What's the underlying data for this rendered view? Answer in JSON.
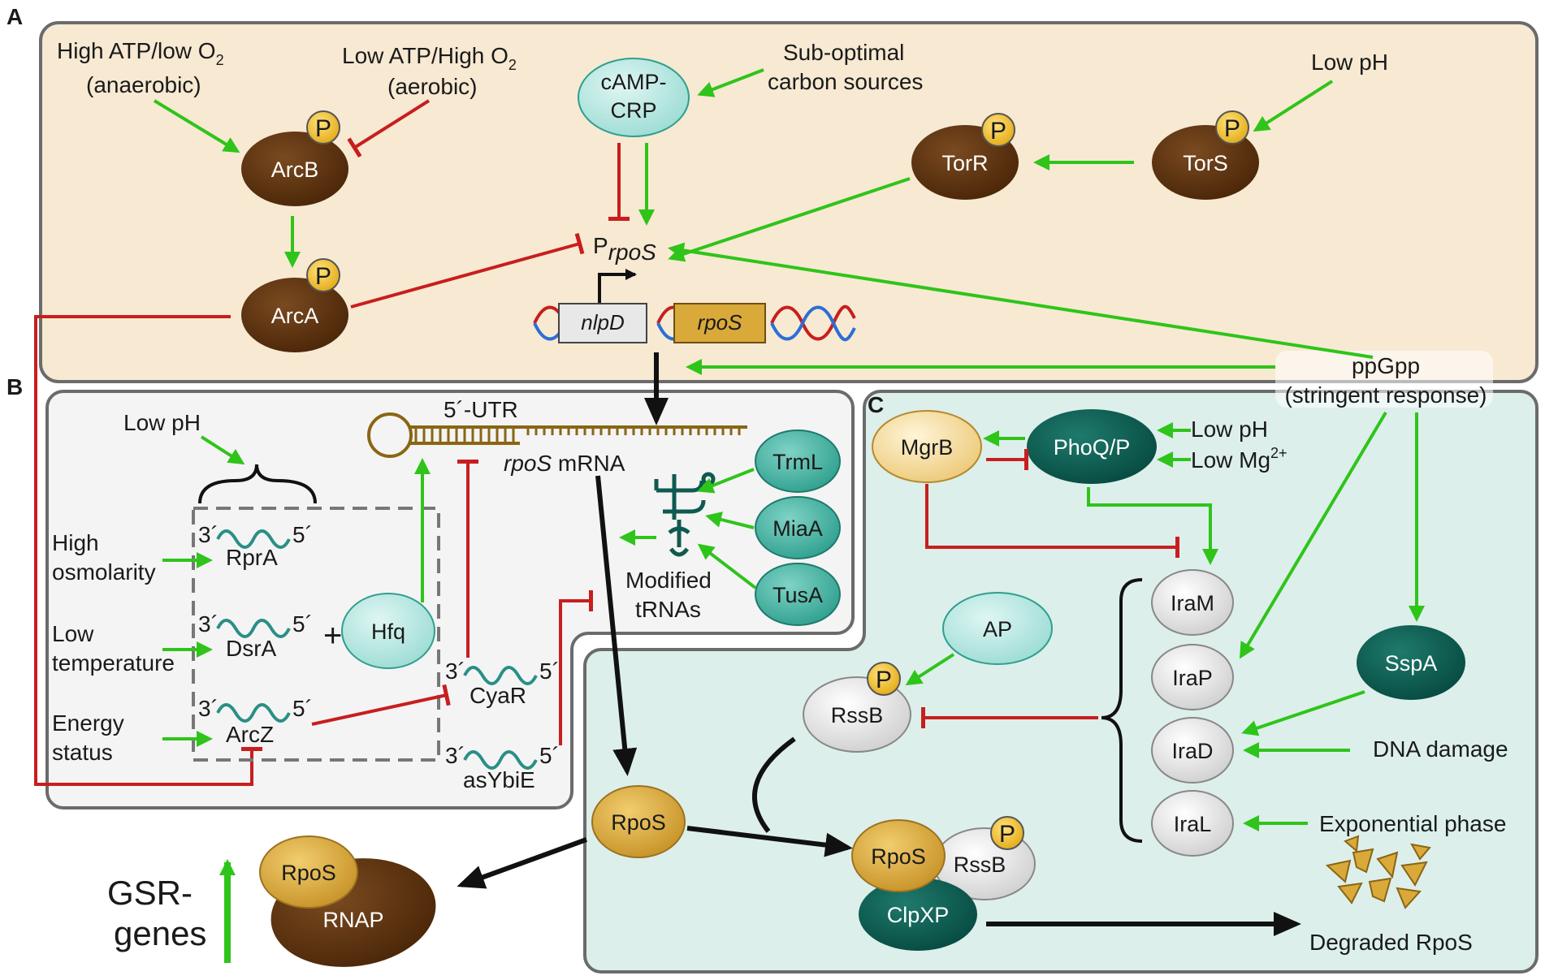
{
  "panels": {
    "A": "A",
    "B": "B",
    "C": "C"
  },
  "panelA": {
    "high_atp": "High ATP/low O",
    "high_atp_sub": "2",
    "anaerobic": "(anaerobic)",
    "low_atp": "Low ATP/High O",
    "low_atp_sub": "2",
    "aerobic": "(aerobic)",
    "sub_optimal_1": "Sub-optimal",
    "sub_optimal_2": "carbon sources",
    "camp_1": "cAMP-",
    "camp_2": "CRP",
    "low_ph": "Low pH",
    "arcb": "ArcB",
    "arca": "ArcA",
    "torr": "TorR",
    "tors": "TorS",
    "p": "P",
    "promoter_p": "P",
    "promoter_sub": "rpoS",
    "nlpd": "nlpD",
    "rpos_gene": "rpoS",
    "ppgpp_1": "ppGpp",
    "ppgpp_2": "(stringent response)"
  },
  "panelB": {
    "low_ph": "Low pH",
    "high_osm_1": "High",
    "high_osm_2": "osmolarity",
    "low_temp_1": "Low",
    "low_temp_2": "temperature",
    "energy_1": "Energy",
    "energy_2": "status",
    "rpra": "RprA",
    "dsra": "DsrA",
    "arcz": "ArcZ",
    "cyar": "CyaR",
    "asybie": "asYbiE",
    "three": "3´",
    "five": "5´",
    "plus": "+",
    "hfq": "Hfq",
    "utr": "5´-UTR",
    "mrna_italic": "rpoS",
    "mrna_rest": " mRNA",
    "trml": "TrmL",
    "miaa": "MiaA",
    "tusa": "TusA",
    "modified_1": "Modified",
    "modified_2": "tRNAs"
  },
  "panelC": {
    "mgrb": "MgrB",
    "phoq": "PhoQ/P",
    "low_ph": "Low pH",
    "low_mg": "Low Mg",
    "low_mg_sup": "2+",
    "iram": "IraM",
    "irap": "IraP",
    "irad": "IraD",
    "iral": "IraL",
    "sspa": "SspA",
    "ap": "AP",
    "rssb": "RssB",
    "dna_damage": "DNA damage",
    "exp_phase": "Exponential phase",
    "rpos": "RpoS",
    "rssb2": "RssB",
    "clpxp": "ClpXP",
    "degraded": "Degraded RpoS"
  },
  "bottom": {
    "rpos": "RpoS",
    "rnap": "RNAP",
    "rpos_complex": "RpoS",
    "gsr_1": "GSR-",
    "gsr_2": "genes"
  },
  "colors": {
    "green": "#2fc41a",
    "red": "#c81e1e",
    "brown": "#5a3010",
    "panelA_bg": "#f7e9d2",
    "panelB_bg": "#f4f4f4",
    "panelC_bg": "#dcefeb",
    "teal_light": "#a8e2dc",
    "teal_mid": "#4bb9a8",
    "teal_dark": "#0f5a50",
    "gold": "#d9a93a",
    "grey_node": "#e4e4e4"
  }
}
